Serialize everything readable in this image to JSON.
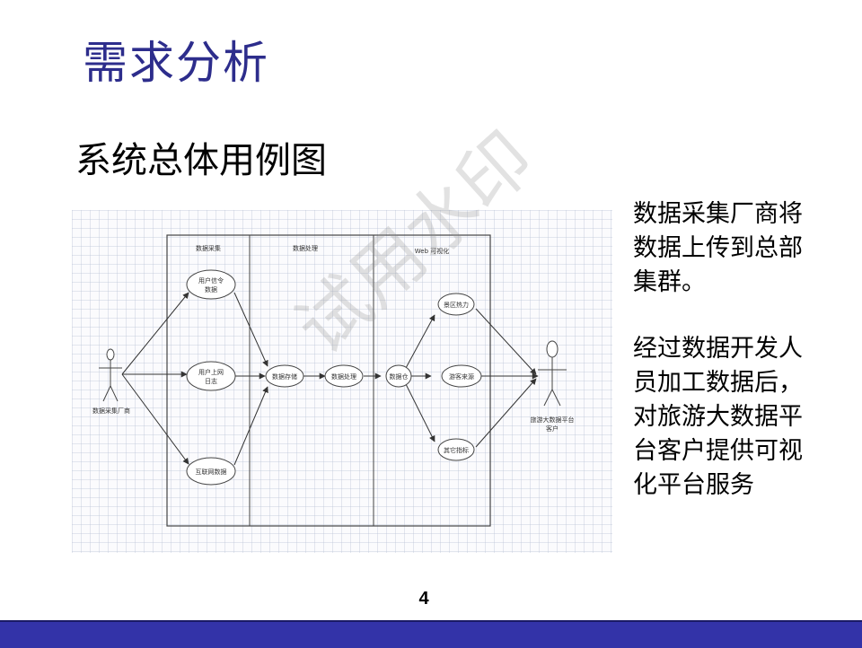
{
  "slide": {
    "title": "需求分析",
    "subtitle": "系统总体用例图",
    "page_number": "4",
    "watermark": "试用水印",
    "side_text_1": "数据采集厂商将数据上传到总部集群。",
    "side_text_2": "经过数据开发人员加工数据后，对旅游大数据平台客户提供可视化平台服务"
  },
  "diagram": {
    "lanes": [
      "数据采集",
      "数据处理",
      "Web 可视化"
    ],
    "actor_left": "数据采集厂商",
    "actor_right_line1": "旅游大数据平台",
    "actor_right_line2": "客户",
    "use_cases": {
      "signal_line1": "用户信令",
      "signal_line2": "数据",
      "weblog_line1": "用户上网",
      "weblog_line2": "日志",
      "internet": "互联网数据",
      "storage": "数据存储",
      "processing": "数据处理",
      "warehouse": "数据仓",
      "attraction": "景区热力",
      "source": "游客来源",
      "other": "其它指标"
    }
  },
  "colors": {
    "title": "#2d2d8c",
    "footer": "#3333a8"
  }
}
